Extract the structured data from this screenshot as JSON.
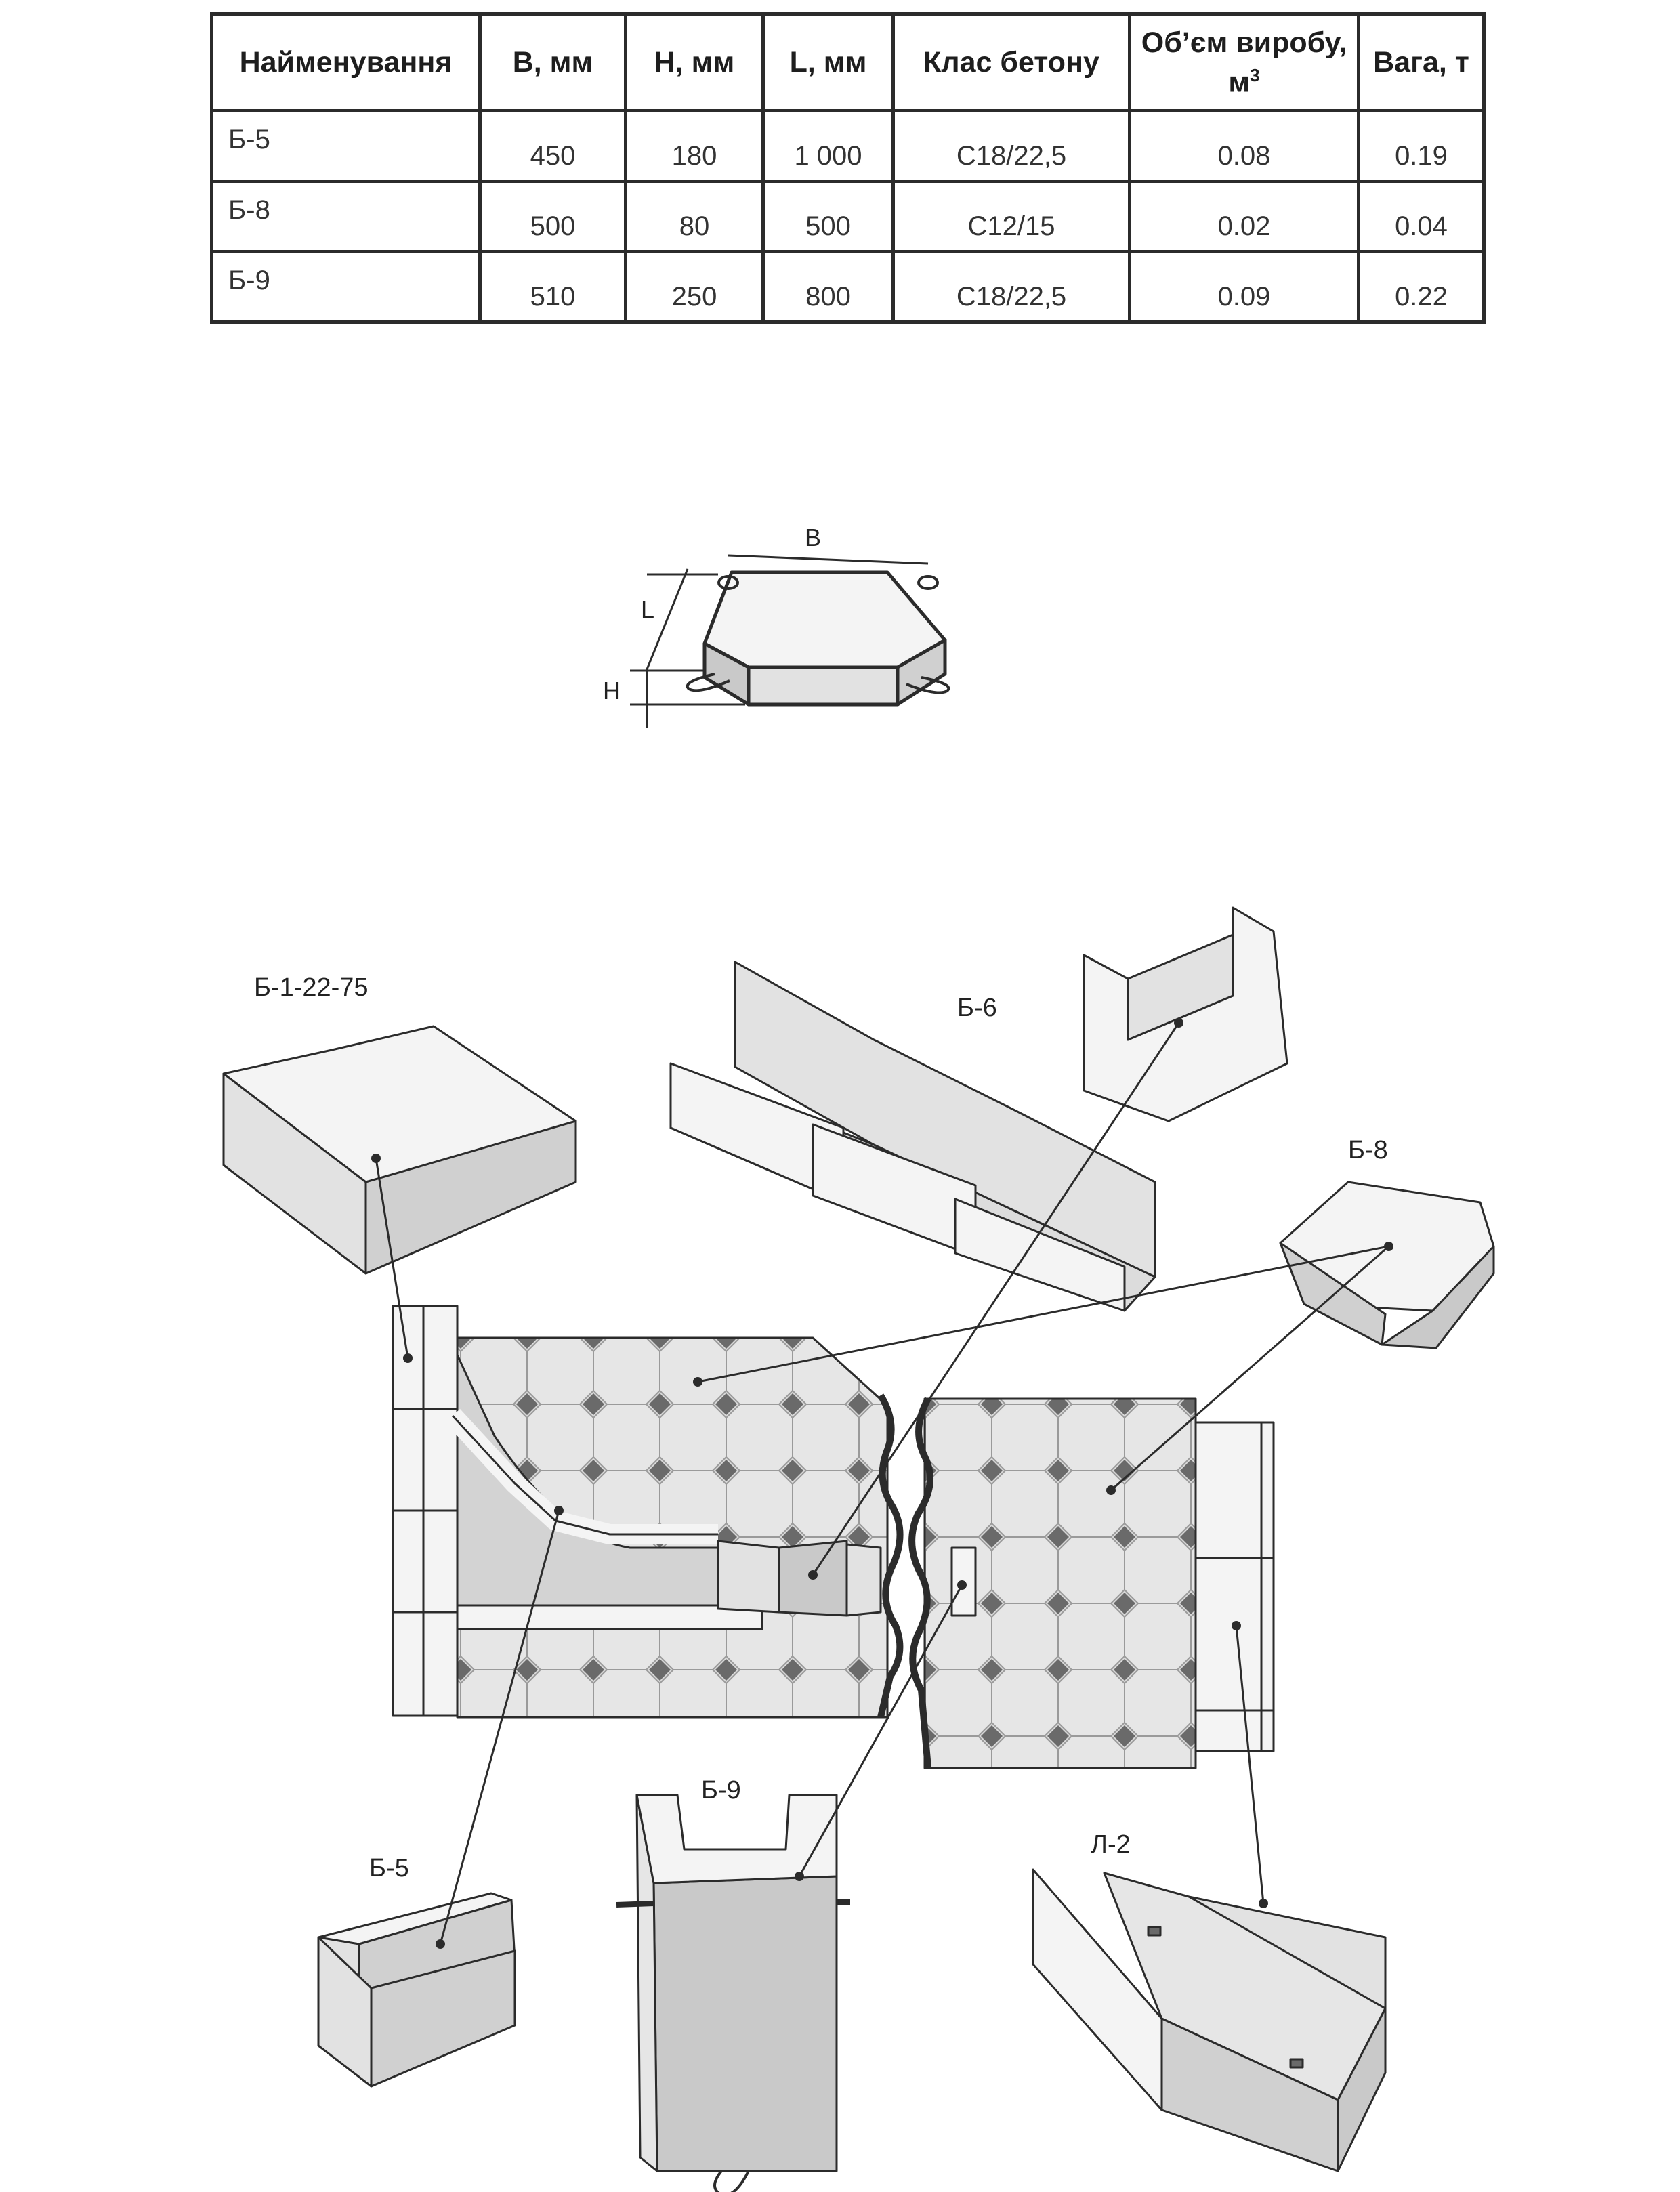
{
  "table": {
    "headers": [
      "Найменування",
      "B, мм",
      "H, мм",
      "L, мм",
      "Клас бетону",
      "Об’єм виробу, м",
      "Вага, т"
    ],
    "volume_unit_superscript": "3",
    "rows": [
      {
        "name": "Б-5",
        "b": "450",
        "h": "180",
        "l": "1 000",
        "concrete": "С18/22,5",
        "volume": "0.08",
        "weight": "0.19"
      },
      {
        "name": "Б-8",
        "b": "500",
        "h": "80",
        "l": "500",
        "concrete": "С12/15",
        "volume": "0.02",
        "weight": "0.04"
      },
      {
        "name": "Б-9",
        "b": "510",
        "h": "250",
        "l": "800",
        "concrete": "С18/22,5",
        "volume": "0.09",
        "weight": "0.22"
      }
    ]
  },
  "dimension_diagram": {
    "labels": {
      "b": "B",
      "l": "L",
      "h": "H"
    }
  },
  "assembly_diagram": {
    "labels": {
      "b1": "Б-1-22-75",
      "b6": "Б-6",
      "b8": "Б-8",
      "b5": "Б-5",
      "b9": "Б-9",
      "l2": "Л-2"
    }
  },
  "colors": {
    "line": "#2b2b2b",
    "tile": "#d4d4d4",
    "tile_face": "#e6e6e6",
    "diamond": "#6a6a6a",
    "block_light": "#f4f4f4",
    "block_mid": "#e2e2e2",
    "block_dark": "#c9c9c9"
  }
}
